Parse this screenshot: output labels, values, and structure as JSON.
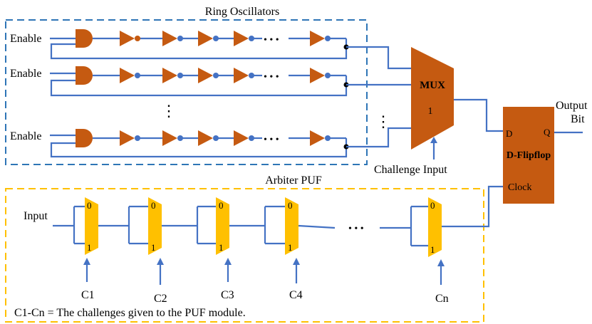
{
  "ring_oscillators": {
    "title": "Ring Oscillators",
    "enable_labels": [
      "Enable",
      "Enable",
      "Enable"
    ],
    "ellipsis": "• • •",
    "vertical_ellipsis": "⋮"
  },
  "mux": {
    "label": "MUX",
    "sub_label": "1"
  },
  "challenge_input_label": "Challenge Input",
  "flipflop": {
    "title": "D-Flipflop",
    "d_label": "D",
    "q_label": "Q",
    "clock_label": "Clock"
  },
  "output": {
    "line1": "Output",
    "line2": "Bit"
  },
  "arbiter_puf": {
    "title": "Arbiter PUF",
    "input_label": "Input",
    "mux_top_label": "0",
    "mux_bottom_label": "1",
    "challenge_labels": [
      "C1",
      "C2",
      "C3",
      "C4",
      "Cn"
    ],
    "ellipsis": "• • •",
    "caption": "C1-Cn = The challenges given to the PUF module."
  },
  "colors": {
    "wire": "#4472c4",
    "orange": "#c55a11",
    "gold": "#ffc000",
    "ro_border": "#2e75b6",
    "puf_border": "#ffc000"
  }
}
